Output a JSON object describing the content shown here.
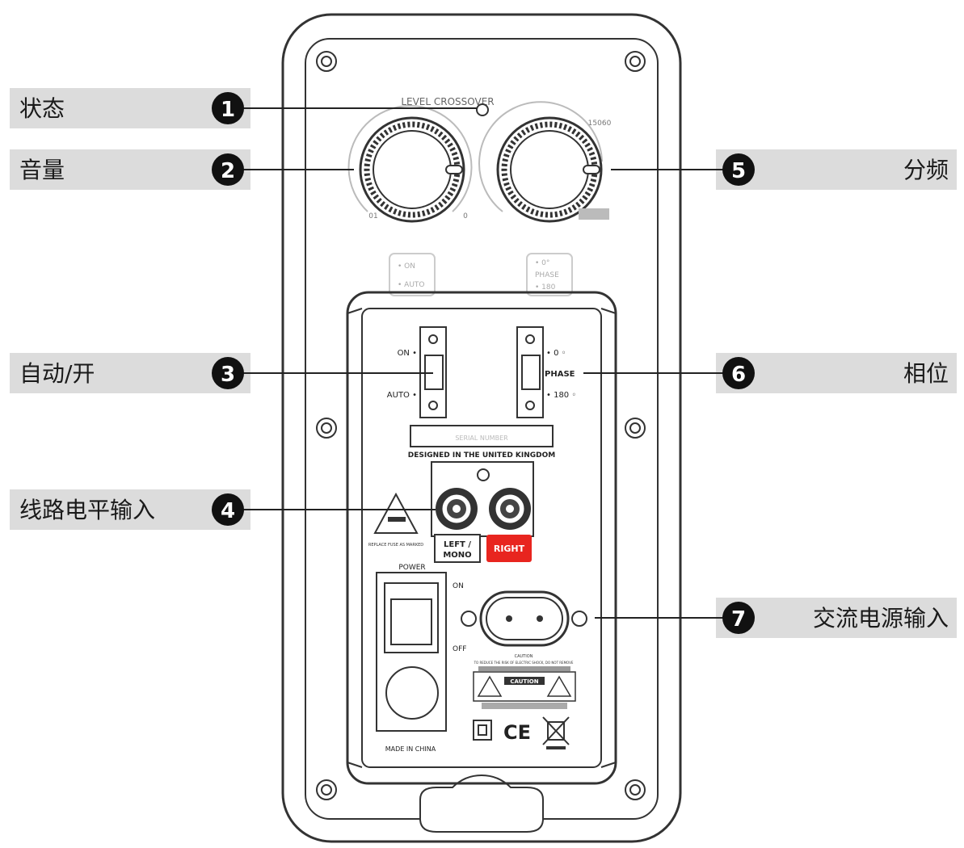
{
  "panel": {
    "top_label": "LEVEL CROSSOVER",
    "crossover_value": "15060",
    "volume_min": "01",
    "volume_max": "0",
    "auto_switch_on": "• ON",
    "auto_switch_auto": "• AUTO",
    "phase_top_0": "• 0°",
    "phase_top_label": "PHASE",
    "phase_top_180": "• 180",
    "on_label": "ON •",
    "auto_label": "AUTO •",
    "phase_0": "• 0 ◦",
    "phase_label": "PHASE",
    "phase_180": "• 180 ◦",
    "serial_number": "SERIAL NUMBER",
    "designed_in": "DESIGNED IN THE UNITED KINGDOM",
    "fuse_text": "REPLACE FUSE AS MARKED",
    "left_mono_1": "LEFT /",
    "left_mono_2": "MONO",
    "right": "RIGHT",
    "power": "POWER",
    "power_on": "ON",
    "power_off": "OFF",
    "caution_title": "CAUTION",
    "caution_line": "TO REDUCE THE RISK OF ELECTRIC SHOCK, DO NOT REMOVE",
    "caution_box": "CAUTION",
    "ce_mark": "CE",
    "made_in": "MADE IN CHINA"
  },
  "callouts": [
    {
      "number": "1",
      "label": "状态"
    },
    {
      "number": "2",
      "label": "音量"
    },
    {
      "number": "3",
      "label": "自动/开"
    },
    {
      "number": "4",
      "label": "线路电平输入"
    },
    {
      "number": "5",
      "label": "分频"
    },
    {
      "number": "6",
      "label": "相位"
    },
    {
      "number": "7",
      "label": "交流电源输入"
    }
  ],
  "colors": {
    "callout_band": "#dcdcdc",
    "badge": "#111111",
    "right_label": "#e8251f",
    "outline": "#333333"
  }
}
